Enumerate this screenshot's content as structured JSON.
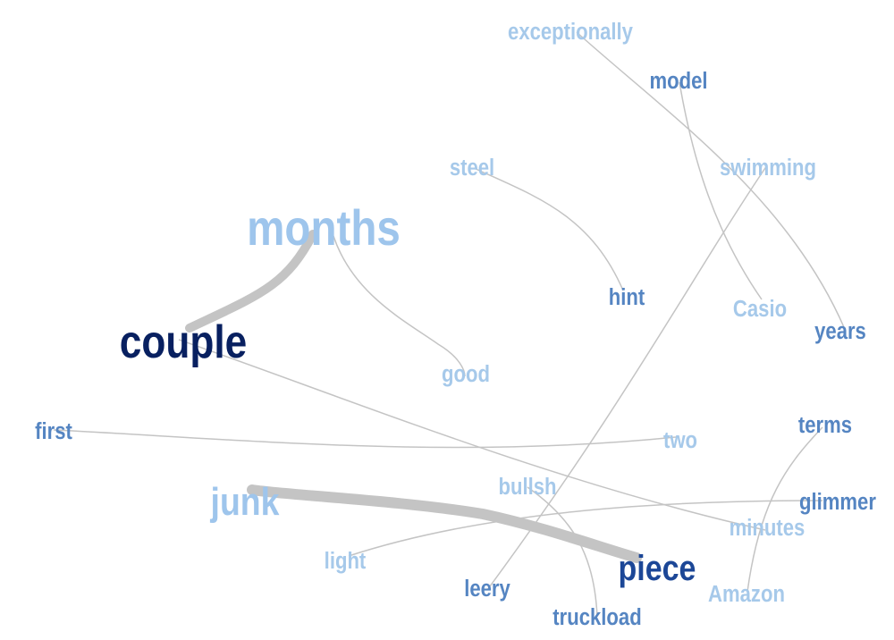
{
  "colors": {
    "edge": "#c4c4c4",
    "very_light": "#9ec5ec",
    "light": "#a6c9ea",
    "medium": "#5585c2",
    "dark": "#1c4797",
    "darkest": "#082060"
  },
  "words": [
    {
      "id": "exceptionally",
      "text": "exceptionally",
      "tone": "light"
    },
    {
      "id": "model",
      "text": "model",
      "tone": "medium"
    },
    {
      "id": "steel",
      "text": "steel",
      "tone": "light"
    },
    {
      "id": "swimming",
      "text": "swimming",
      "tone": "light"
    },
    {
      "id": "months",
      "text": "months",
      "tone": "very_light"
    },
    {
      "id": "hint",
      "text": "hint",
      "tone": "medium"
    },
    {
      "id": "casio",
      "text": "Casio",
      "tone": "light"
    },
    {
      "id": "years",
      "text": "years",
      "tone": "medium"
    },
    {
      "id": "couple",
      "text": "couple",
      "tone": "darkest"
    },
    {
      "id": "good",
      "text": "good",
      "tone": "light"
    },
    {
      "id": "terms",
      "text": "terms",
      "tone": "medium"
    },
    {
      "id": "first",
      "text": "first",
      "tone": "medium"
    },
    {
      "id": "two",
      "text": "two",
      "tone": "light"
    },
    {
      "id": "bullsh",
      "text": "bullsh",
      "tone": "light"
    },
    {
      "id": "junk",
      "text": "junk",
      "tone": "very_light"
    },
    {
      "id": "glimmer",
      "text": "glimmer",
      "tone": "medium"
    },
    {
      "id": "minutes",
      "text": "minutes",
      "tone": "light"
    },
    {
      "id": "light",
      "text": "light",
      "tone": "light"
    },
    {
      "id": "piece",
      "text": "piece",
      "tone": "dark"
    },
    {
      "id": "leery",
      "text": "leery",
      "tone": "medium"
    },
    {
      "id": "amazon",
      "text": "Amazon",
      "tone": "light"
    },
    {
      "id": "truckload",
      "text": "truckload",
      "tone": "medium"
    }
  ],
  "links": [
    {
      "from": "couple",
      "to": "months",
      "weight": "heavy"
    },
    {
      "from": "junk",
      "to": "piece",
      "weight": "heavy"
    },
    {
      "from": "months",
      "to": "good",
      "weight": "light"
    },
    {
      "from": "steel",
      "to": "hint",
      "weight": "light"
    },
    {
      "from": "exceptionally",
      "to": "years",
      "weight": "light"
    },
    {
      "from": "model",
      "to": "casio",
      "weight": "light"
    },
    {
      "from": "swimming",
      "to": "leery",
      "weight": "light"
    },
    {
      "from": "couple",
      "to": "minutes",
      "weight": "light"
    },
    {
      "from": "first",
      "to": "two",
      "weight": "light"
    },
    {
      "from": "glimmer",
      "to": "light",
      "weight": "light"
    },
    {
      "from": "terms",
      "to": "amazon",
      "weight": "light"
    },
    {
      "from": "bullsh",
      "to": "truckload",
      "weight": "light"
    }
  ]
}
